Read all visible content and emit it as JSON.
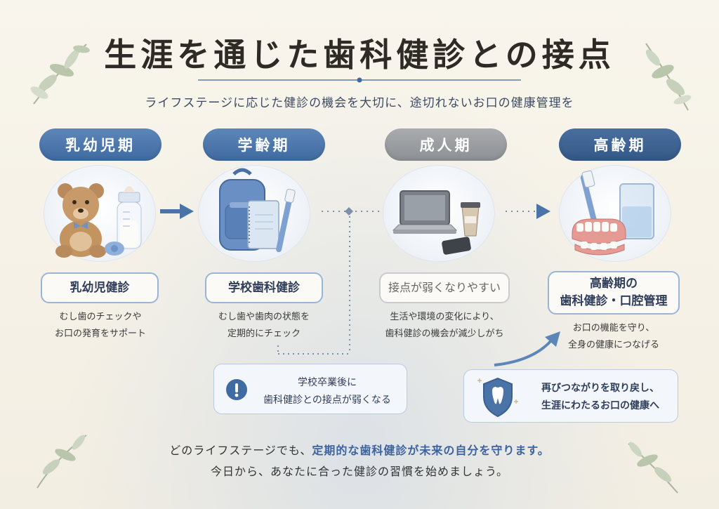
{
  "title": "生涯を通じた歯科健診との接点",
  "subtitle": "ライフステージに応じた健診の機会を大切に、途切れないお口の健康管理を",
  "stages": [
    {
      "name": "乳幼児期",
      "checkup": "乳幼児健診",
      "desc_line1": "むし歯のチェックや",
      "desc_line2": "お口の発育をサポート",
      "icon": "teddy-bear-and-baby-bottle"
    },
    {
      "name": "学齢期",
      "checkup": "学校歯科健診",
      "desc_line1": "むし歯や歯肉の状態を",
      "desc_line2": "定期的にチェック",
      "icon": "school-backpack-and-toothbrush"
    },
    {
      "name": "成人期",
      "checkup": "接点が弱くなりやすい",
      "desc_line1": "生活や環境の変化により、",
      "desc_line2": "歯科健診の機会が減少しがち",
      "icon": "laptop-coffee-phone"
    },
    {
      "name": "高齢期",
      "checkup_line1": "高齢期の",
      "checkup_line2": "歯科健診・口腔管理",
      "desc_line1": "お口の機能を守り、",
      "desc_line2": "全身の健康につなげる",
      "icon": "denture-toothbrush-glass"
    }
  ],
  "warning_note": {
    "line1": "学校卒業後に",
    "line2": "歯科健診との接点が弱くなる",
    "icon": "exclamation-icon"
  },
  "reconnect_note": {
    "line1": "再びつながりを取り戻し、",
    "line2": "生涯にわたるお口の健康へ",
    "icon": "tooth-shield-icon"
  },
  "footer": {
    "line1_pre": "どのライフステージでも、",
    "line1_highlight": "定期的な歯科健診が未来の自分を守ります。",
    "line2": "今日から、あなたに合った健診の習慣を始めましょう。"
  },
  "colors": {
    "primary_blue": "#4a73a8",
    "gray": "#9a9c9f",
    "navy": "#3b5f8f",
    "background": "#f6f2e8",
    "highlight": "#3d63a0"
  }
}
